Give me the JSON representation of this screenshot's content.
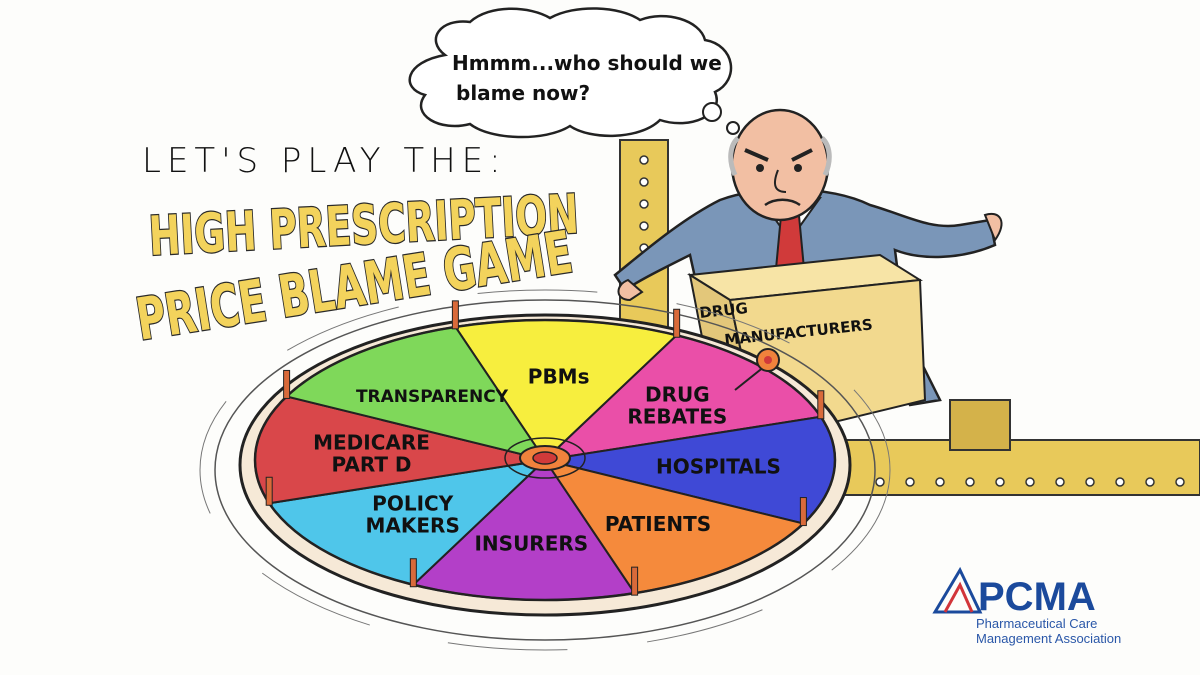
{
  "thought_bubble": {
    "line1": "Hmmm...who should we",
    "line2": "blame now?"
  },
  "title": {
    "lead": "LET'S PLAY THE:",
    "line1": "HIGH PRESCRIPTION",
    "line2": "PRICE BLAME GAME"
  },
  "wheel": {
    "segments": [
      {
        "lines": [
          "PBMs"
        ],
        "color": "#f7ee3e"
      },
      {
        "lines": [
          "DRUG",
          "REBATES"
        ],
        "color": "#ea4fa8"
      },
      {
        "lines": [
          "HOSPITALS"
        ],
        "color": "#3f49d6"
      },
      {
        "lines": [
          "PATIENTS"
        ],
        "color": "#f58a3c"
      },
      {
        "lines": [
          "INSURERS"
        ],
        "color": "#b33fc8"
      },
      {
        "lines": [
          "POLICY",
          "MAKERS"
        ],
        "color": "#4fc6ea"
      },
      {
        "lines": [
          "MEDICARE",
          "PART D"
        ],
        "color": "#d9474a"
      },
      {
        "lines": [
          "TRANSPARENCY"
        ],
        "color": "#7fd85a"
      }
    ]
  },
  "box": {
    "line1": "DRUG",
    "line2": "MANUFACTURERS"
  },
  "logo": {
    "name": "PCMA",
    "line1": "Pharmaceutical Care",
    "line2": "Management Association"
  },
  "colors": {
    "title_fill": "#f3d35c",
    "suit": "#7a96b8",
    "tie": "#d03a3a",
    "box": "#f2d98e",
    "machine": "#e8c95a",
    "logo_blue": "#1b4a9c",
    "logo_red": "#d2353a"
  }
}
